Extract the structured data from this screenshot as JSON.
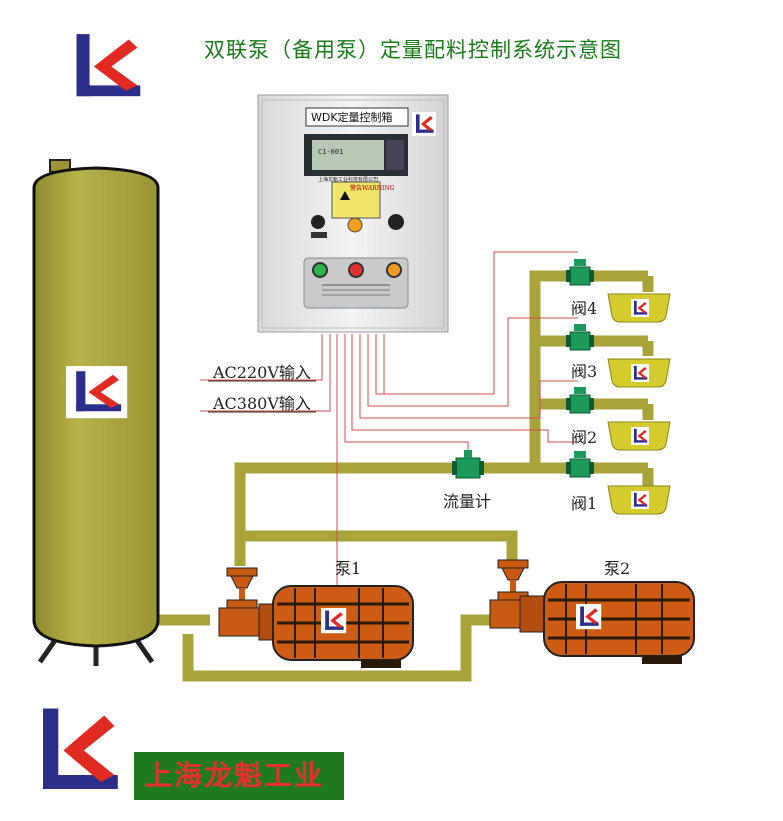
{
  "title": "双联泵（备用泵）定量配料控制系统示意图",
  "cabinet": {
    "title": "WDK定量控制箱",
    "warning": "警告WARNING",
    "display_line": "C1-001",
    "plate_company": "上海龙魁工业科技有限公司"
  },
  "power_inputs": [
    "AC220V输入",
    "AC380V输入"
  ],
  "flowmeter_label": "流量计",
  "valves": [
    "阀4",
    "阀3",
    "阀2",
    "阀1"
  ],
  "pumps": [
    "泵1",
    "泵2"
  ],
  "company_name": "上海龙魁工业",
  "colors": {
    "pipe": "#a8a43a",
    "tank": "#b2ab45",
    "pump_body": "#cc5a12",
    "valve": "#1b9a5a",
    "hopper": "#d4cb2c",
    "signal_wire": "#d94848",
    "logo_blue": "#2b2f8a",
    "logo_red": "#e02a22",
    "title_green": "#1a7a1a"
  },
  "icons": [
    "lk-logo-icon",
    "warning-icon",
    "indicator-lamp-icon",
    "selector-switch-icon"
  ]
}
